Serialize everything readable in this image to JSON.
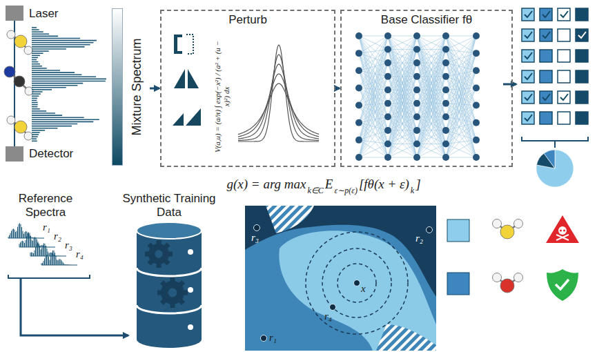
{
  "diagram": {
    "nodes": [
      {
        "text": [
          "Mixture Spectrum"
        ]
      },
      {
        "text": [
          "Perturb"
        ]
      },
      {
        "text": [
          "Base Classifier fθ"
        ]
      }
    ],
    "edges": [
      {
        "from": 0,
        "to": 1,
        "arrow": "to"
      },
      {
        "from": 1,
        "to": 2,
        "arrow": "to"
      }
    ],
    "labels": [
      "Laser",
      "Detector",
      "V(a,u) = (a/π) ∫ exp(−x²) / (a² + (u − x)²) dx",
      "g(x) = arg max",
      "k∈C",
      "E",
      "ε∼p(ε)",
      "[fθ(x + ε)",
      "k",
      "]",
      "Reference Spectra",
      "r₁",
      "r₂",
      "r₃",
      "r₄",
      "Synthetic Training Data",
      "r₃",
      "r₂",
      "x",
      "r₄",
      "r₁"
    ]
  }
}
